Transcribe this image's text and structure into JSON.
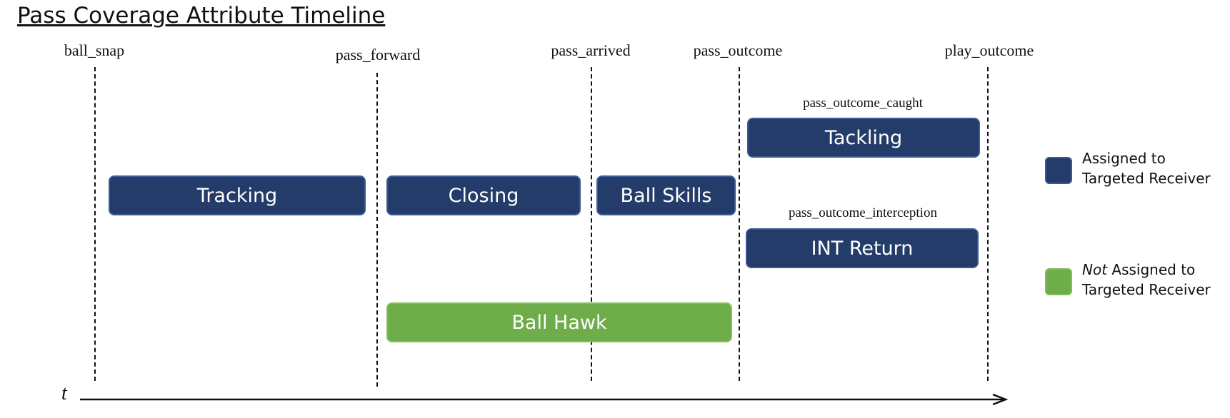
{
  "title": "Pass Coverage Attribute Timeline",
  "events": {
    "ball_snap": "ball_snap",
    "pass_forward": "pass_forward",
    "pass_arrived": "pass_arrived",
    "pass_outcome": "pass_outcome",
    "play_outcome": "play_outcome"
  },
  "sub_events": {
    "caught": "pass_outcome_caught",
    "interception": "pass_outcome_interception"
  },
  "attributes": {
    "tracking": "Tracking",
    "closing": "Closing",
    "ball_skills": "Ball Skills",
    "tackling": "Tackling",
    "int_return": "INT Return",
    "ball_hawk": "Ball Hawk"
  },
  "legend": {
    "assigned_line1": "Assigned to",
    "assigned_line2": "Targeted Receiver",
    "not_emphasis": "Not",
    "not_line1_rest": " Assigned to",
    "not_line2": "Targeted Receiver"
  },
  "axis": {
    "label": "t"
  },
  "colors": {
    "assigned": "#243c6a",
    "not_assigned": "#6fac4a"
  }
}
